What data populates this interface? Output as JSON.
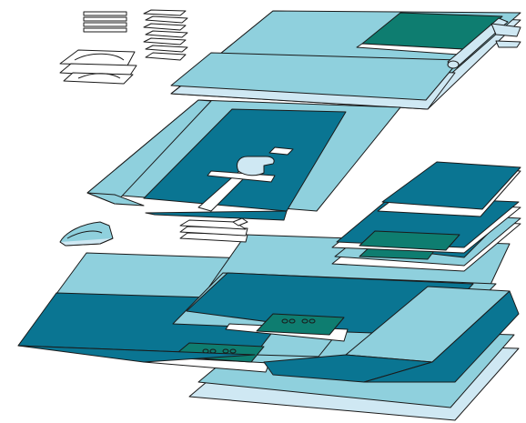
{
  "colors": {
    "outline": "#1a1a1a",
    "light_blue": "#8fd0dd",
    "pale_blue": "#cfe8f3",
    "dark_teal": "#0a7592",
    "green": "#0e7d70",
    "white": "#ffffff"
  },
  "components": [
    {
      "name": "towel-stack-icon",
      "kind": "folded towels"
    },
    {
      "name": "folded-sheet-stack-icon",
      "kind": "folded drapes"
    },
    {
      "name": "gauze-pad-stack-icon",
      "kind": "gauze pads"
    },
    {
      "name": "top-drape-sheet",
      "kind": "drape with rolled edge and green panel"
    },
    {
      "name": "fenestrated-drape-sheet",
      "kind": "drape with arm board"
    },
    {
      "name": "gown-icon",
      "kind": "folded gown"
    },
    {
      "name": "small-pack-stack-icon",
      "kind": "small folded packs"
    },
    {
      "name": "side-drape-stack",
      "kind": "layered side drapes"
    },
    {
      "name": "base-drape-sheet",
      "kind": "large base drape with green pads"
    }
  ]
}
